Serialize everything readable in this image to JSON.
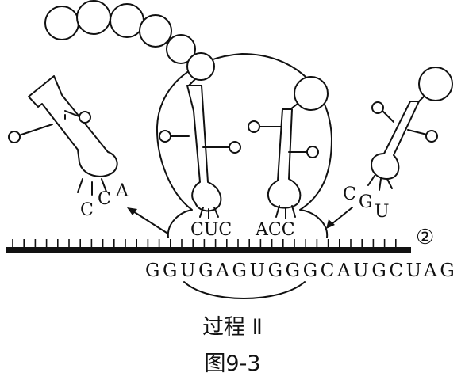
{
  "labels": {
    "marker": "②",
    "mrna_sequence": "GGUGAGUGGGCAUGCUAG",
    "anticodon_left": [
      "C",
      "C",
      "A"
    ],
    "anticodon_p_site": "CUC",
    "anticodon_a_site": "ACC",
    "anticodon_right": [
      "C",
      "G",
      "U"
    ],
    "process_caption": "过程 Ⅱ",
    "figure_caption": "图9-3"
  }
}
